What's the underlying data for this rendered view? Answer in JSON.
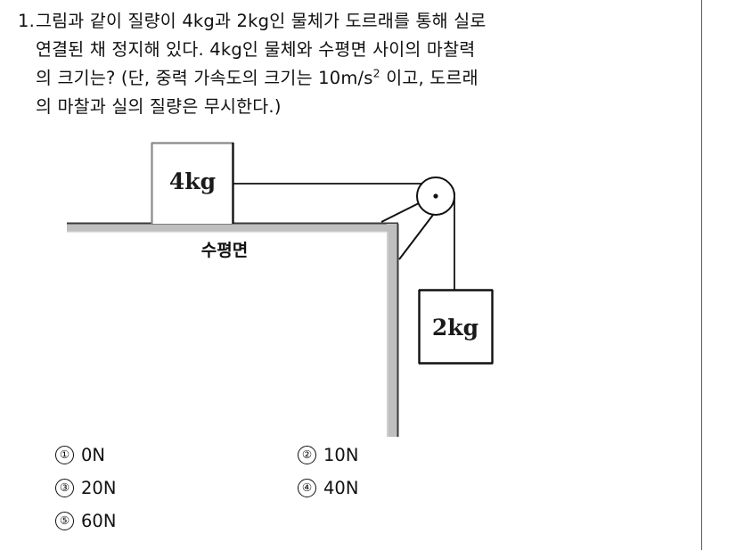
{
  "question": {
    "number": "1.",
    "lines": [
      "그림과 같이 질량이 4kg과 2kg인 물체가 도르래를 통해 실로",
      "연결된 채 정지해 있다. 4kg인 물체와 수평면 사이의 마찰력",
      "의 크기는? (단, 중력 가속도의 크기는 10m/s",
      "의 마찰과 실의 질량은 무시한다.)"
    ],
    "line3_superscript": "2",
    "line3_tail": " 이고, 도르래"
  },
  "figure": {
    "block_top_label": "4kg",
    "block_hanging_label": "2kg",
    "surface_label": "수평면",
    "colors": {
      "surface_fill": "#bfbfbf",
      "surface_edge": "#3a3a3a",
      "outline": "#111111",
      "block_border_light": "#8a8a8a",
      "block_border_dark": "#111111"
    }
  },
  "choices": [
    {
      "marker": "①",
      "label": "0N"
    },
    {
      "marker": "②",
      "label": "10N"
    },
    {
      "marker": "③",
      "label": "20N"
    },
    {
      "marker": "④",
      "label": "40N"
    },
    {
      "marker": "⑤",
      "label": "60N"
    }
  ]
}
